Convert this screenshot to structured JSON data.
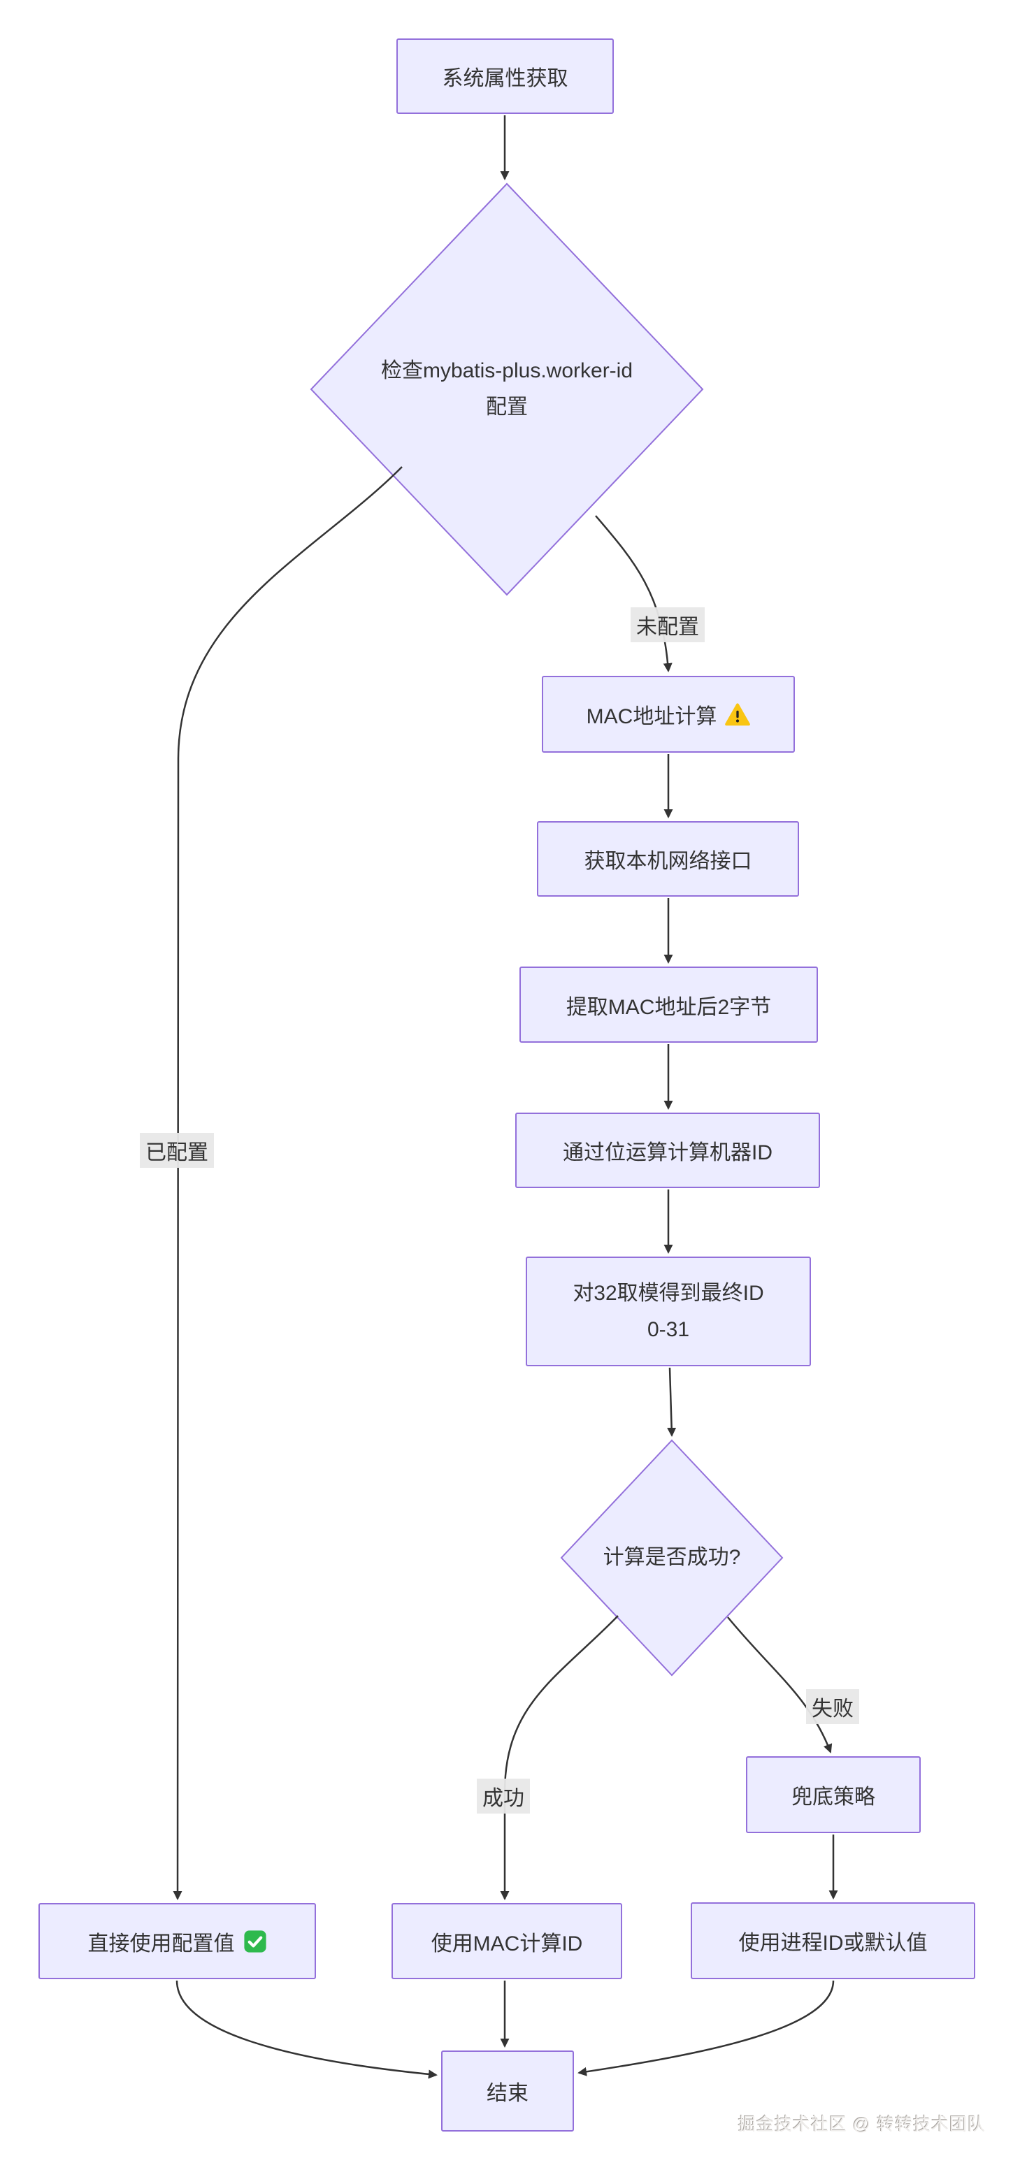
{
  "diagram": {
    "colors": {
      "node_fill": "#ECECFF",
      "node_border": "#9370DB",
      "edge_color": "#333333",
      "text_color": "#333333",
      "edge_label_bg": "#e8e8e8",
      "warning_yellow": "#f9c513",
      "check_green": "#2eb94d"
    },
    "nodes": {
      "start": {
        "label": "系统属性获取"
      },
      "check_config": {
        "line1": "检查mybatis-plus.worker-id",
        "line2": "配置"
      },
      "mac_calc": {
        "label": "MAC地址计算",
        "icon": "warning-icon"
      },
      "get_interfaces": {
        "label": "获取本机网络接口"
      },
      "extract_bytes": {
        "label": "提取MAC地址后2字节"
      },
      "bit_ops": {
        "label": "通过位运算计算机器ID"
      },
      "mod32": {
        "line1": "对32取模得到最终ID",
        "line2": "0-31"
      },
      "success_check": {
        "label": "计算是否成功?"
      },
      "fallback": {
        "label": "兜底策略"
      },
      "use_config": {
        "label": "直接使用配置值",
        "icon": "check-icon"
      },
      "use_mac": {
        "label": "使用MAC计算ID"
      },
      "use_process": {
        "label": "使用进程ID或默认值"
      },
      "end": {
        "label": "结束"
      }
    },
    "edge_labels": {
      "not_configured": "未配置",
      "configured": "已配置",
      "success": "成功",
      "failure": "失败"
    },
    "watermark": "掘金技术社区 @ 转转技术团队"
  }
}
